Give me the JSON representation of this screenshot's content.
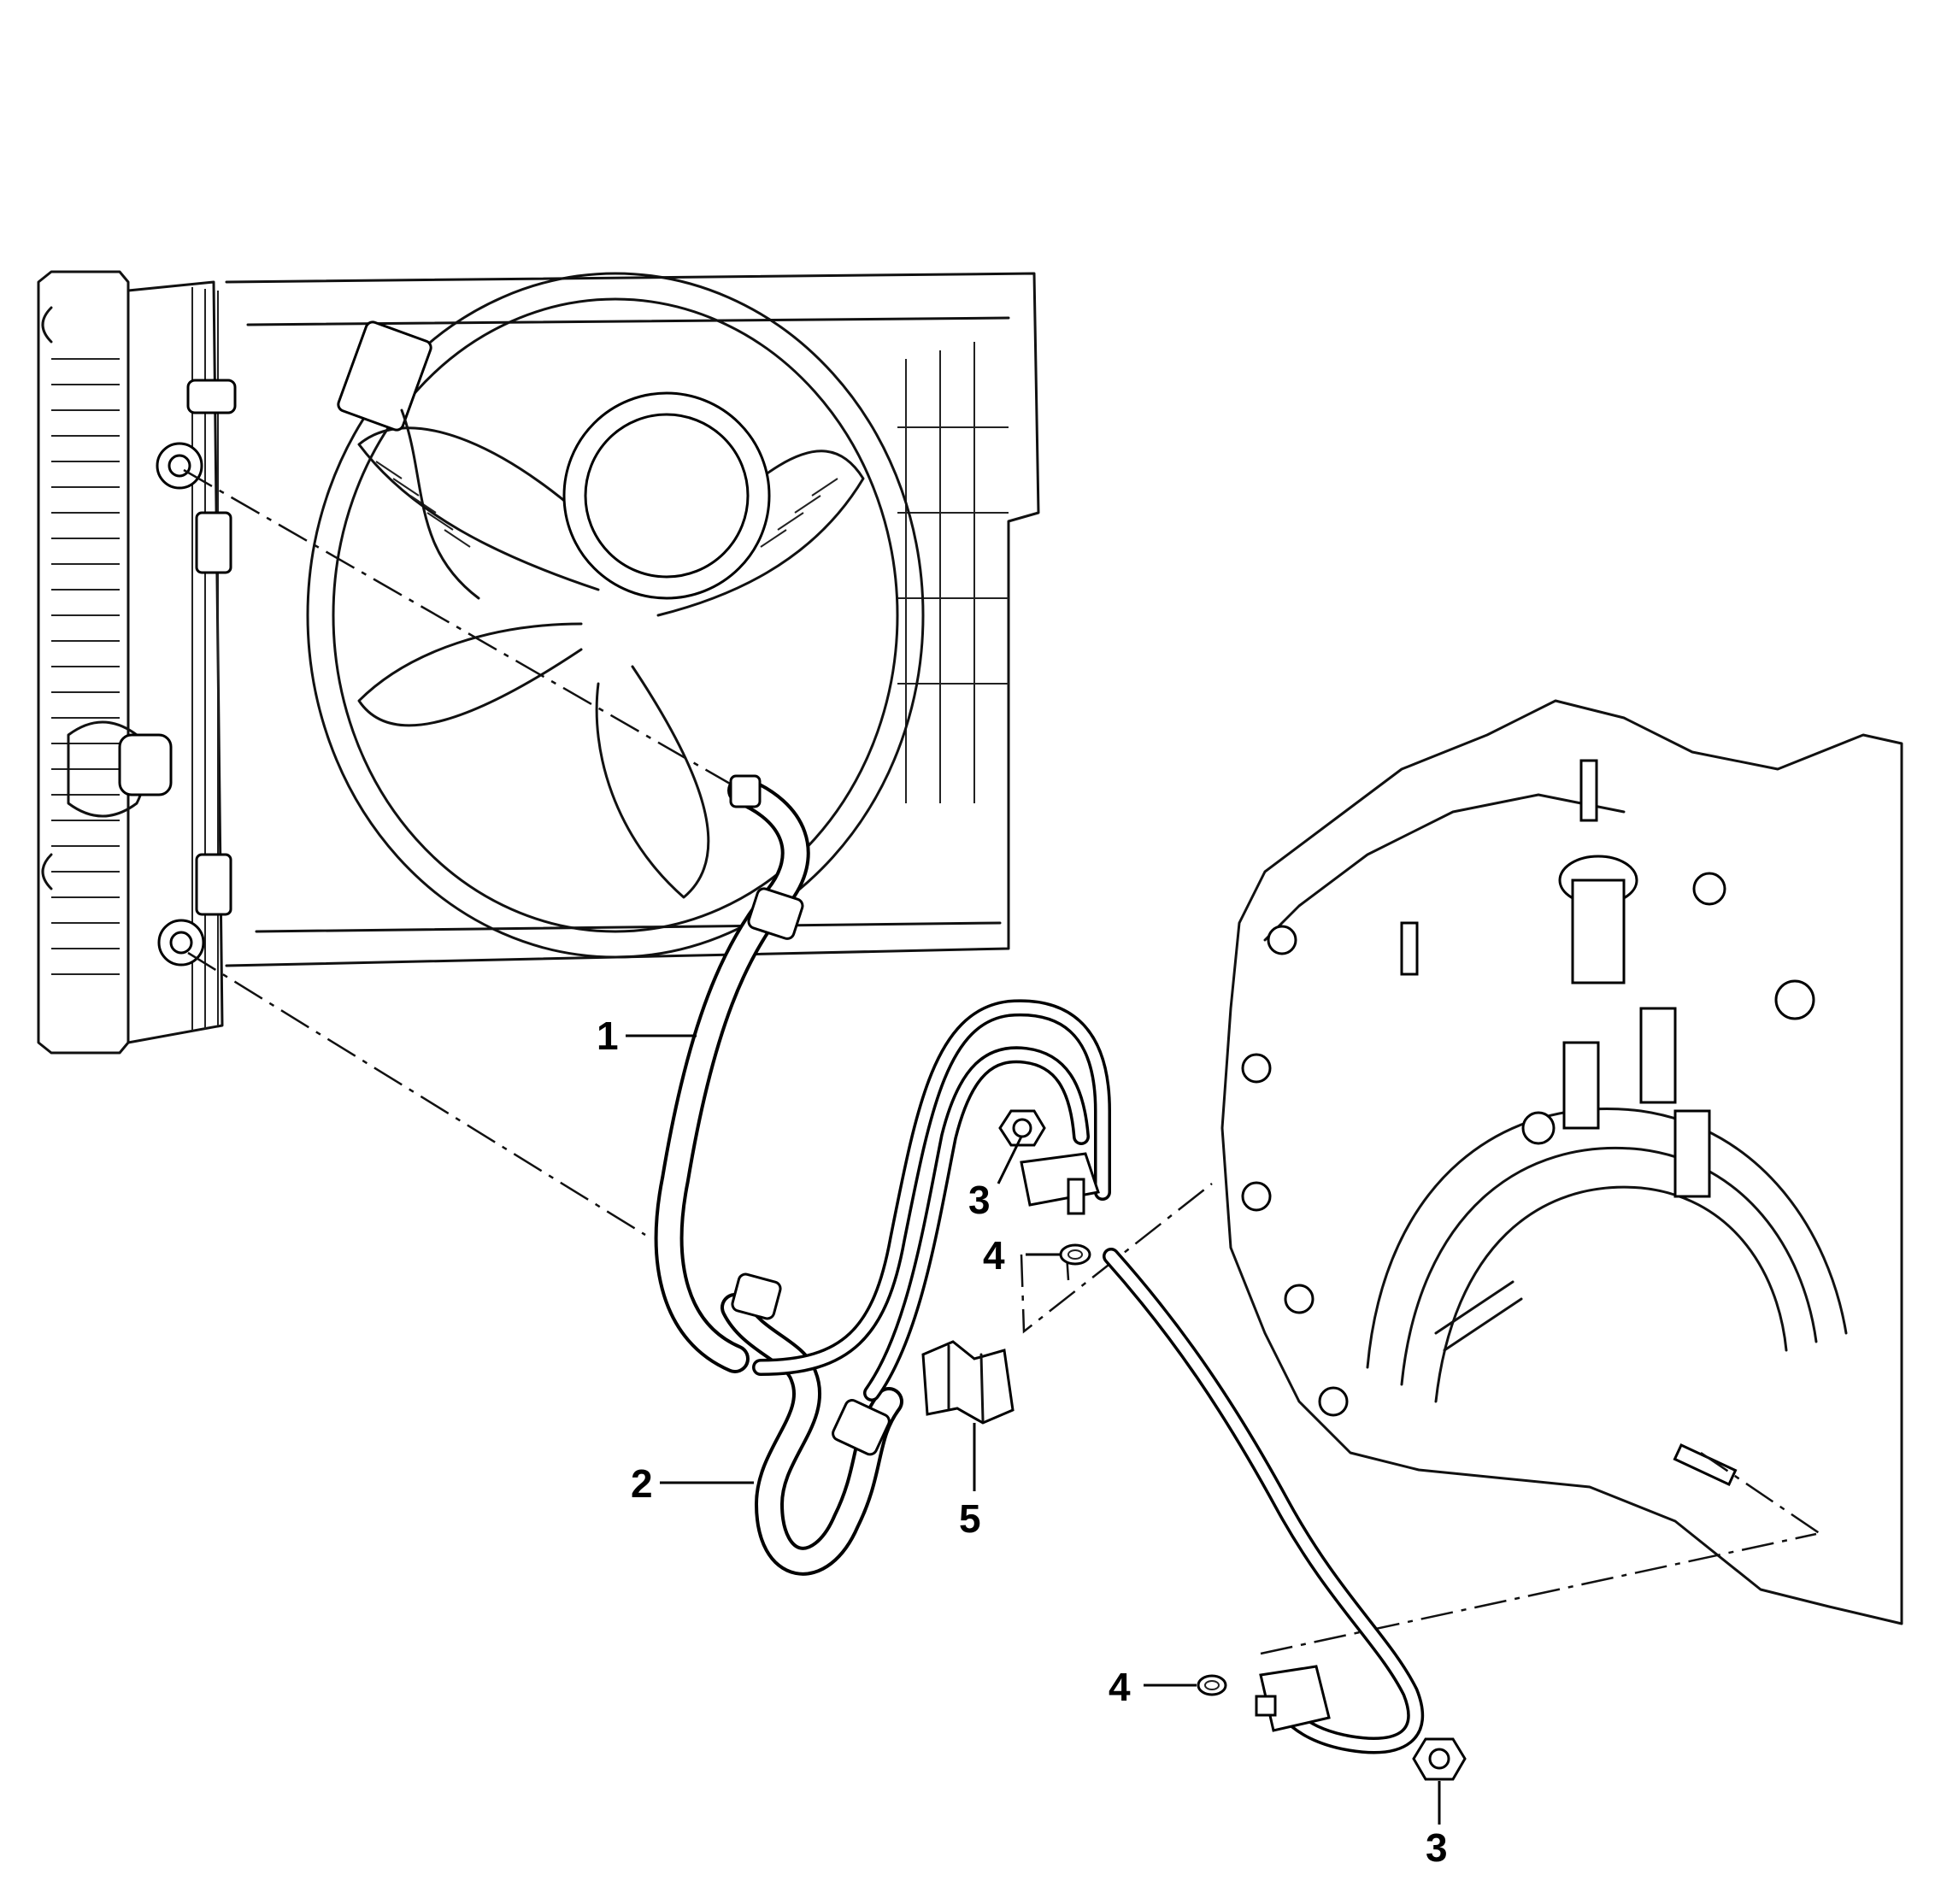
{
  "callouts": {
    "c1": "1",
    "c2": "2",
    "c3a": "3",
    "c4a": "4",
    "c5": "5",
    "c4b": "4",
    "c3b": "3"
  }
}
